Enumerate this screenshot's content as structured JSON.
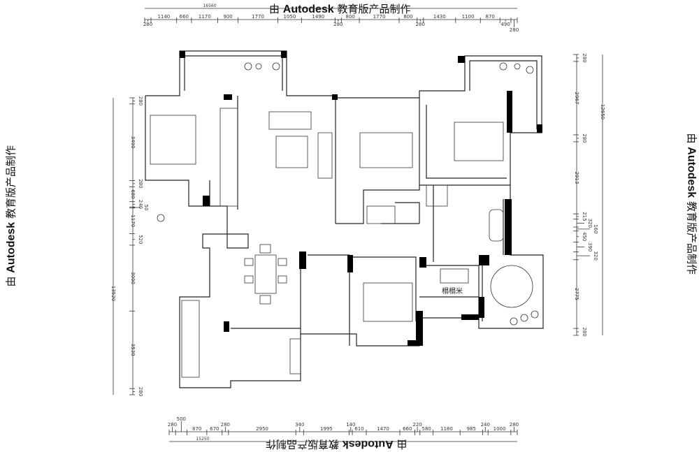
{
  "watermark": {
    "prefix": "由 ",
    "brand": "Autodesk",
    "suffix": " 教育版产品制作"
  },
  "dimensions": {
    "top": {
      "total": "16560",
      "segments": [
        "280",
        "1140",
        "660",
        "1170",
        "900",
        "1770",
        "1050",
        "1490",
        "280",
        "800",
        "1770",
        "800",
        "280",
        "1430",
        "1100",
        "870",
        "490",
        "280"
      ]
    },
    "bottom": {
      "total": "15250",
      "segments": [
        "280",
        "500",
        "870",
        "670",
        "280",
        "2950",
        "340",
        "1995",
        "140",
        "610",
        "1470",
        "660",
        "220",
        "580",
        "1180",
        "985",
        "240",
        "1000",
        "280"
      ]
    },
    "left": {
      "total": "13520",
      "segments": [
        "280",
        "3490",
        "280",
        "680",
        "240",
        "50",
        "1170",
        "520",
        "3000",
        "3530",
        "280"
      ]
    },
    "right": {
      "total": "12650",
      "segments": [
        "280",
        "2967",
        "280",
        "2913",
        "215",
        "320",
        "160",
        "450",
        "390",
        "320",
        "2775",
        "280"
      ]
    }
  },
  "rooms": {
    "tatami_label": "榻榻米"
  }
}
